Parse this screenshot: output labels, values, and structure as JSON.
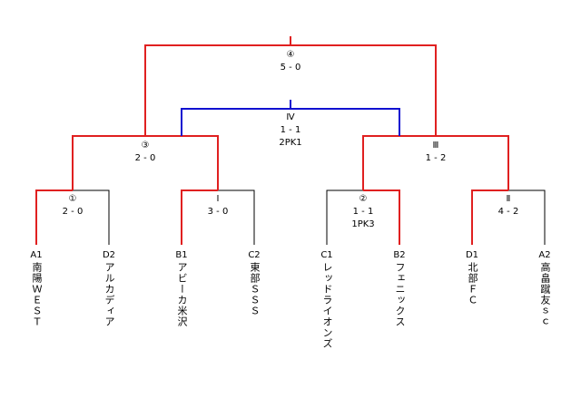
{
  "colors": {
    "winner": "#e02020",
    "blue": "#1010d0",
    "loser": "#000000"
  },
  "teams": [
    {
      "code": "A1",
      "name": "南陽ＷＥＳＴ"
    },
    {
      "code": "D2",
      "name": "アルカディア"
    },
    {
      "code": "B1",
      "name": "アビーカ米沢"
    },
    {
      "code": "C2",
      "name": "東部ＳＳＳ"
    },
    {
      "code": "C1",
      "name": "レッドライオンズ"
    },
    {
      "code": "B2",
      "name": "フェニックス"
    },
    {
      "code": "D1",
      "name": "北部ＦＣ"
    },
    {
      "code": "A2",
      "name": "高畠蹴友ｓｃ"
    }
  ],
  "matches": {
    "m1": {
      "label": "①",
      "score": "2 - 0"
    },
    "mI": {
      "label": "Ⅰ",
      "score": "3 - 0"
    },
    "m2": {
      "label": "②",
      "score": "1 - 1",
      "pk": "1PK3"
    },
    "mII": {
      "label": "Ⅱ",
      "score": "4 - 2"
    },
    "m3": {
      "label": "③",
      "score": "2 - 0"
    },
    "mIII": {
      "label": "Ⅲ",
      "score": "1 - 2"
    },
    "mIV": {
      "label": "Ⅳ",
      "score": "1 - 1",
      "pk": "2PK1"
    },
    "m4": {
      "label": "④",
      "score": "5 - 0"
    }
  }
}
